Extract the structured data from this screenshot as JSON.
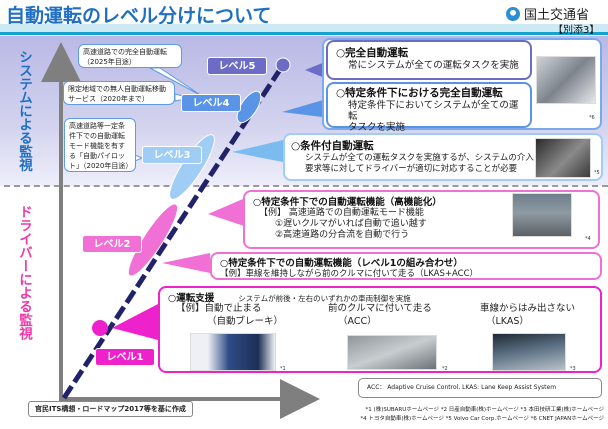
{
  "header": {
    "title": "自動運転のレベル分けについて",
    "ministry": "国土交通省",
    "annex": "【別添3】"
  },
  "axis_labels": {
    "system": "システムによる監視",
    "driver": "ドライバーによる監視"
  },
  "callouts": [
    {
      "text": "高速道路での完全自動運転（2025年目途）"
    },
    {
      "text": "限定地域での無人自動運転移動サービス（2020年まで）"
    },
    {
      "text": "高速道路等一定条件下での自動運転モード機能を有する「自動パイロット」（2020年目途）"
    }
  ],
  "levels": [
    {
      "label": "レベル5",
      "color": "#6c6cc6"
    },
    {
      "label": "レベル4",
      "color": "#5a94e6"
    },
    {
      "label": "レベル3",
      "color": "#9fcdf5"
    },
    {
      "label": "レベル2",
      "color": "#f070d6"
    },
    {
      "label": "レベル1",
      "color": "#ee22cc"
    }
  ],
  "boxes": {
    "l5": {
      "heading": "○完全自動運転",
      "text": "常にシステムが全ての運転タスクを実施"
    },
    "l4": {
      "heading": "○特定条件下における完全自動運転",
      "line1": "特定条件下においてシステムが全ての運転",
      "line2": "タスクを実施",
      "note": "*6"
    },
    "l3": {
      "heading": "○条件付自動運転",
      "line1": "システムが全ての運転タスクを実施するが、システムの介入",
      "line2": "要求等に対してドライバーが適切に対応することが必要",
      "note": "*5"
    },
    "l2": {
      "heading": "○特定条件下での自動運転機能（高機能化）",
      "line1": "【例】 高速道路での自動運転モード機能",
      "line2": "①遅いクルマがいれば自動で追い越す",
      "line3": "②高速道路の分合流を自動で行う",
      "note": "*4"
    },
    "l2b": {
      "heading": "○特定条件下での自動運転機能（レベル1の組み合わせ）",
      "text": "【例】車線を維持しながら前のクルマに付いて走る（LKAS+ACC）"
    },
    "l1": {
      "heading": "○運転支援",
      "desc": "システムが前後・左右のいずれかの車両制御を実施",
      "examples": [
        {
          "line1": "【例】自動で止まる",
          "line2": "（自動ブレーキ）",
          "note": "*1"
        },
        {
          "line1": "前のクルマに付いて走る",
          "line2": "（ACC）",
          "note": "*2"
        },
        {
          "line1": "車線からはみ出さない",
          "line2": "（LKAS）",
          "note": "*3"
        }
      ]
    }
  },
  "legend": "ACC： Adaptive Cruise Control,  LKAS: Lane Keep Assist System",
  "source": "官民ITS構想・ロードマップ2017等を基に作成",
  "credits": {
    "line1": "*1 (株)SUBARUホームページ  *2 日産自動車(株)ホームページ  *3 本田技研工業(株)ホームページ",
    "line2": "*4 トヨタ自動車(株)ホームページ  *5 Volvo Car Corp.ホームページ  *6 CNET JAPANホームページ"
  }
}
